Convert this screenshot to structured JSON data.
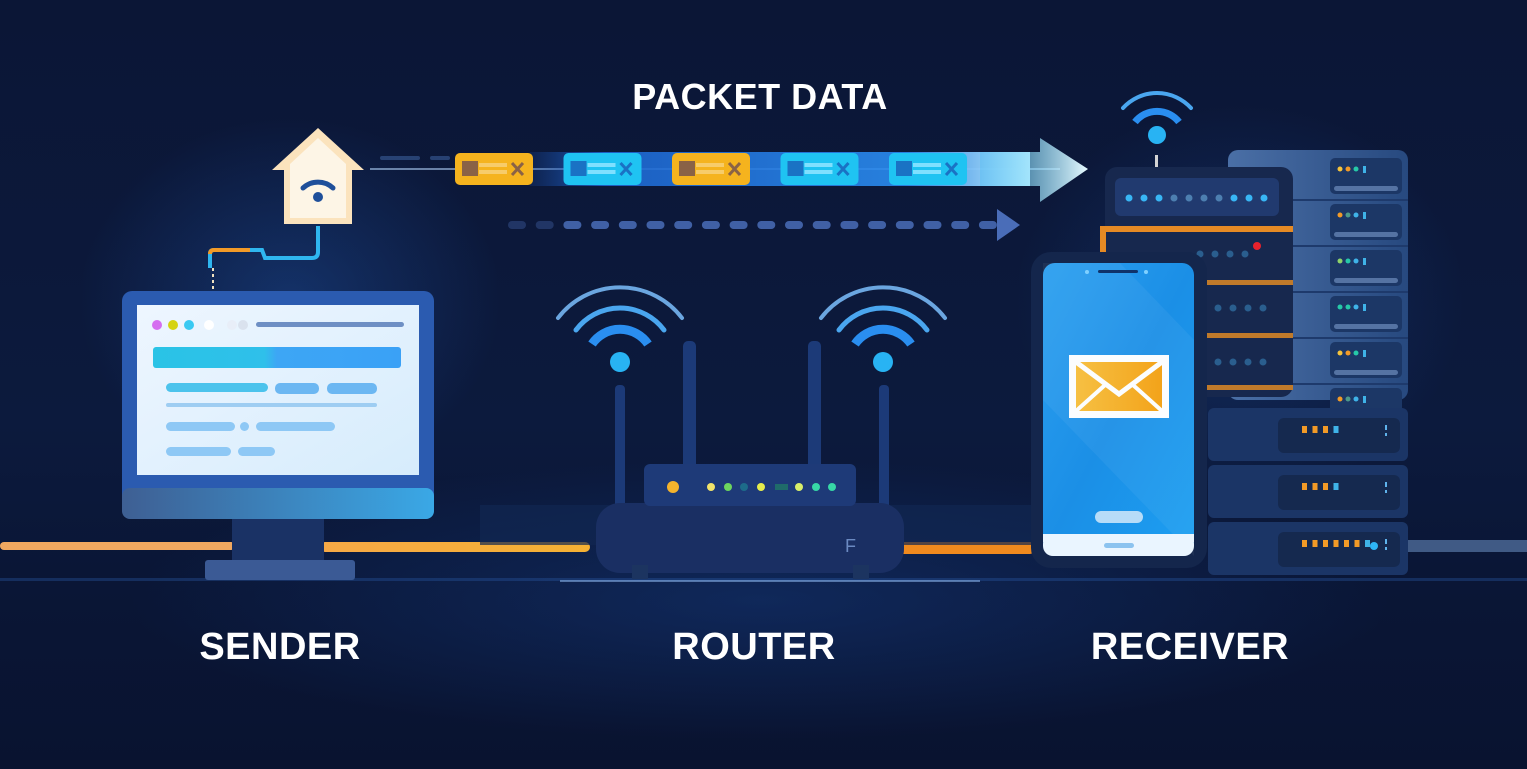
{
  "title": "PACKET DATA",
  "nodes": [
    {
      "id": "sender",
      "label": "SENDER",
      "device": "desktop-monitor"
    },
    {
      "id": "router",
      "label": "ROUTER",
      "device": "wifi-router"
    },
    {
      "id": "receiver",
      "label": "RECEIVER",
      "device": "smartphone-and-server-rack"
    }
  ],
  "packets": [
    {
      "color": "#f5b31e",
      "type": "packet"
    },
    {
      "color": "#1fc3f2",
      "type": "packet"
    },
    {
      "color": "#f5b31e",
      "type": "packet"
    },
    {
      "color": "#1fc3f2",
      "type": "packet"
    },
    {
      "color": "#1fc3f2",
      "type": "packet"
    }
  ],
  "icons": {
    "home": "home-wifi-icon",
    "wifi": "wifi-icon",
    "mail": "envelope-icon",
    "arrow": "arrow-right-icon"
  },
  "router_badge": "F",
  "colors": {
    "background": "#0a1431",
    "accent_blue": "#1fa8f0",
    "accent_orange": "#f59a1e",
    "text": "#ffffff"
  }
}
